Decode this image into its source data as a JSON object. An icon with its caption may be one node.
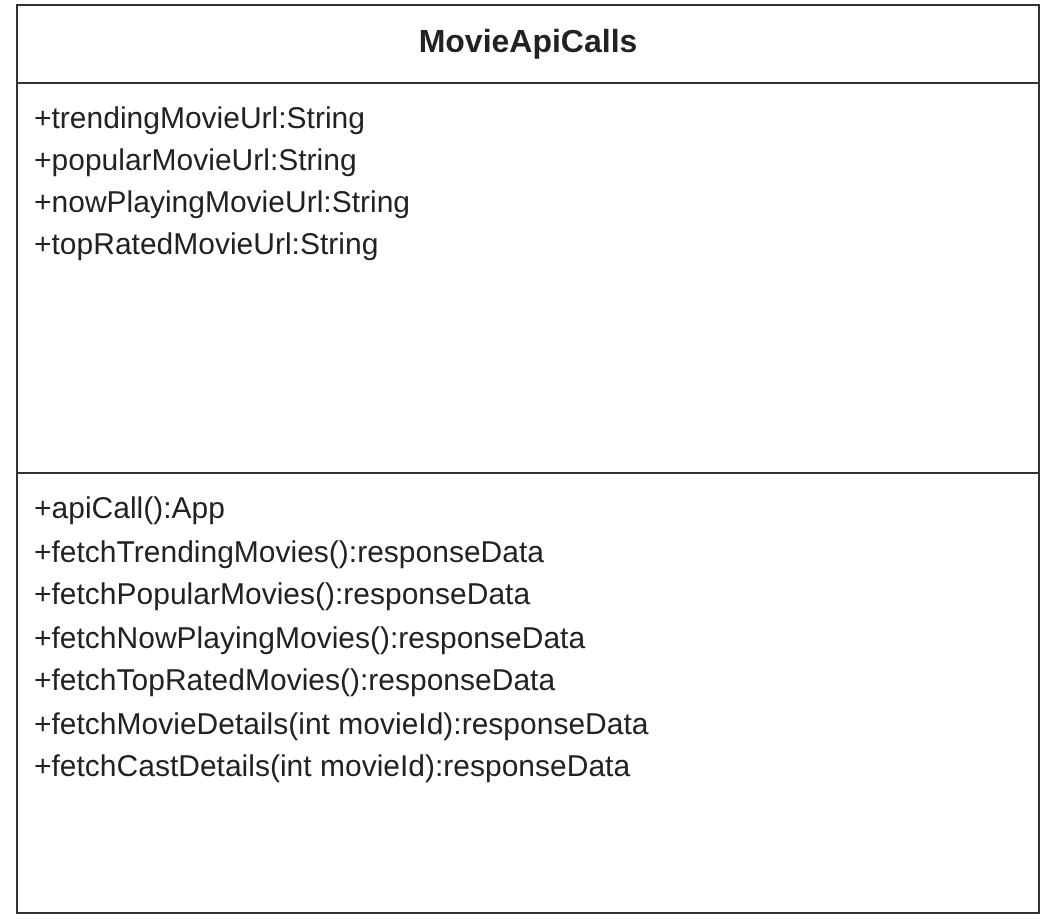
{
  "diagram": {
    "nodes": [
      {
        "text": [
          "MovieApiCalls",
          "+trendingMovieUrl:String",
          "+popularMovieUrl:String",
          "+nowPlayingMovieUrl:String",
          "+topRatedMovieUrl:String",
          "+apiCall():App",
          "+fetchTrendingMovies():responseData",
          "+fetchPopularMovies():responseData",
          "+fetchNowPlayingMovies():responseData",
          "+fetchTopRatedMovies():responseData",
          "+fetchMovieDetails(int movieId):responseData",
          "+fetchCastDetails(int movieId):responseData"
        ]
      }
    ]
  }
}
